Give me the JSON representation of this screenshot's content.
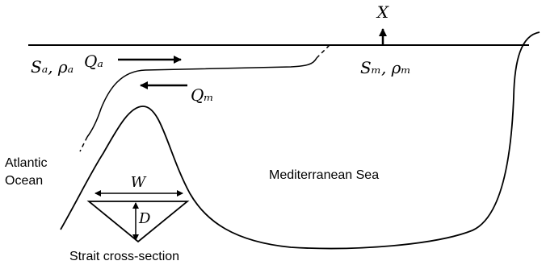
{
  "labels": {
    "export_var": "X",
    "atlantic_props": "Sₐ, ρₐ",
    "med_props": "Sₘ, ρₘ",
    "inflow": "Qₐ",
    "outflow": "Qₘ",
    "atlantic_line1": "Atlantic",
    "atlantic_line2": "Ocean",
    "med_sea": "Mediterranean Sea",
    "width": "W",
    "depth": "D",
    "cross_section": "Strait cross-section"
  }
}
